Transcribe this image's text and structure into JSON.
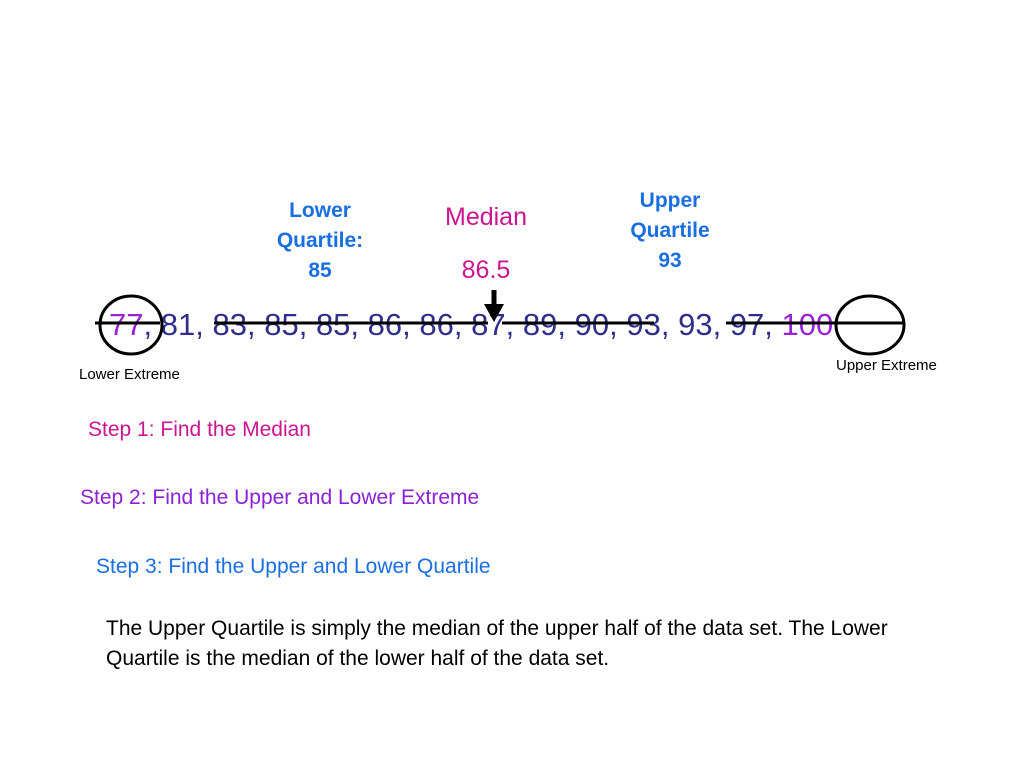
{
  "labels": {
    "lower_quartile": [
      "Lower",
      "Quartile:",
      "85"
    ],
    "upper_quartile": [
      "Upper",
      "Quartile",
      "93"
    ],
    "median_title": "Median",
    "median_value": "86.5",
    "lower_extreme": "Lower Extreme",
    "upper_extreme": "Upper Extreme"
  },
  "data_values": [
    "77",
    "81",
    "83",
    "85",
    "85",
    "86",
    "86",
    "87",
    "89",
    "90",
    "93",
    "93",
    "97",
    "100"
  ],
  "steps": {
    "step1": "Step 1:  Find the Median",
    "step2": "Step 2:  Find the Upper and Lower Extreme",
    "step3": "Step 3:  Find the Upper and Lower Quartile"
  },
  "explanation": "The Upper Quartile is simply the median of the upper half of the data set.  The Lower Quartile is the median of the lower half of the data set.",
  "colors": {
    "quartile_blue": "#1a6fe0",
    "median_magenta": "#cc1490",
    "extreme_purple": "#9a22d6",
    "data_navy": "#2f2f8a"
  }
}
